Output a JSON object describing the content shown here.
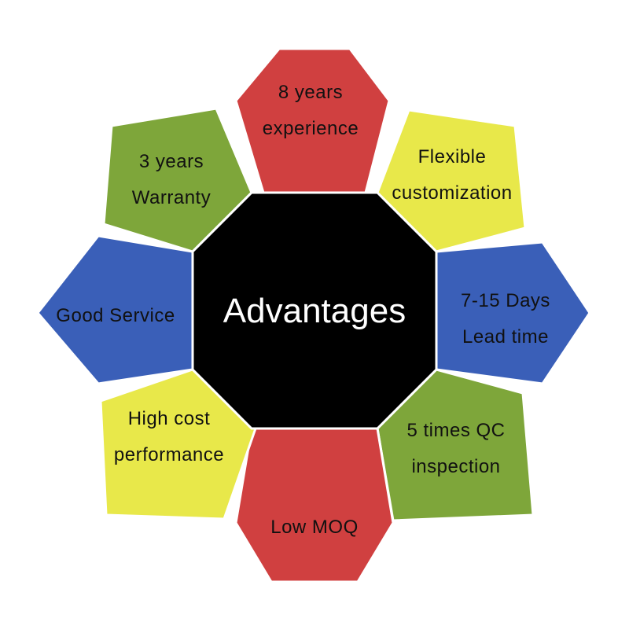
{
  "center": {
    "label": "Advantages",
    "color": "#000000"
  },
  "colors": {
    "red": "#d04040",
    "yellow": "#e8e84a",
    "blue": "#3a5fb8",
    "green": "#7ea63a"
  },
  "petals": [
    {
      "id": "experience",
      "lines": [
        "8 years",
        "experience"
      ],
      "color": "red"
    },
    {
      "id": "customization",
      "lines": [
        "Flexible",
        "customization"
      ],
      "color": "yellow"
    },
    {
      "id": "lead-time",
      "lines": [
        "7-15 Days",
        "Lead time"
      ],
      "color": "blue"
    },
    {
      "id": "qc-inspection",
      "lines": [
        "5 times QC",
        "inspection"
      ],
      "color": "green"
    },
    {
      "id": "low-moq",
      "lines": [
        "Low MOQ"
      ],
      "color": "red"
    },
    {
      "id": "cost-performance",
      "lines": [
        "High cost",
        "performance"
      ],
      "color": "yellow"
    },
    {
      "id": "good-service",
      "lines": [
        "Good Service"
      ],
      "color": "blue"
    },
    {
      "id": "warranty",
      "lines": [
        "3 years",
        "Warranty"
      ],
      "color": "green"
    }
  ]
}
